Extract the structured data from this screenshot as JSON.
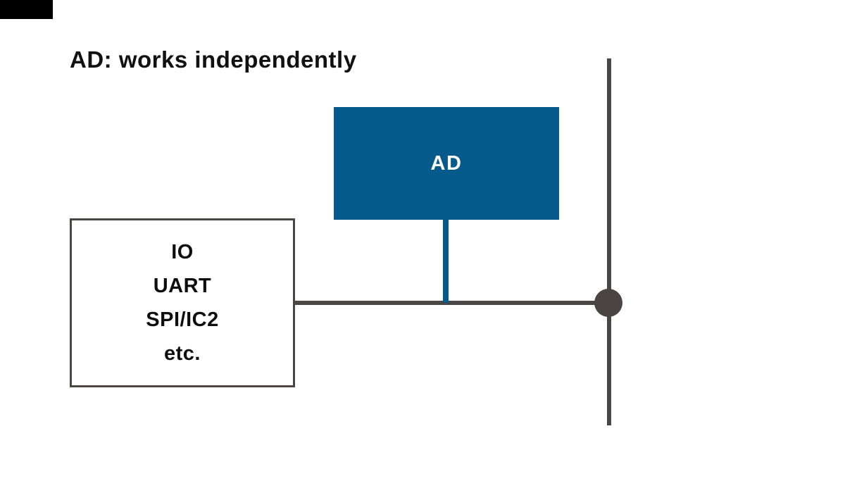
{
  "title": "AD: works independently",
  "ad_box": {
    "label": "AD",
    "fill_color": "#065a8c",
    "text_color": "#ffffff"
  },
  "io_box": {
    "lines": [
      "IO",
      "UART",
      "SPI/IC2",
      "etc."
    ],
    "border_color": "#4a4643",
    "text_color": "#0d0d0d"
  },
  "connectors": {
    "blue_drop_color": "#065a8c",
    "line_color": "#4a4643",
    "junction_dot_color": "#4a4543"
  },
  "corner_mark_color": "#000000"
}
